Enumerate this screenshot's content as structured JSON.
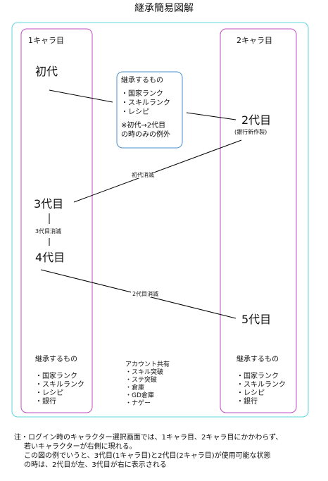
{
  "title": "継承簡易図解",
  "columns": {
    "left": {
      "heading": "1キャラ目"
    },
    "right": {
      "heading": "2キャラ目"
    }
  },
  "generations": {
    "first": "初代",
    "second": "2代目",
    "second_sub": "(銀行新作製)",
    "third": "3代目",
    "fourth": "4代目",
    "fifth": "5代目"
  },
  "inherit_box": {
    "heading": "継承するもの",
    "items": [
      "・国家ランク",
      "・スキルランク",
      "・レシピ"
    ],
    "exception_line1": "※初代→2代目",
    "exception_line2": "の時のみの例外"
  },
  "edge_labels": {
    "first_lost": "初代消滅",
    "third_lost": "3代目消滅",
    "second_lost": "2代目消滅"
  },
  "left_inherit": {
    "heading": "継承するもの",
    "items": [
      "・国家ランク",
      "・スキルランク",
      "・レシピ",
      "・銀行"
    ]
  },
  "right_inherit": {
    "heading": "継承するもの",
    "items": [
      "・国家ランク",
      "・スキルランク",
      "・レシピ",
      "・銀行"
    ]
  },
  "account_shared": {
    "heading": "アカウント共有",
    "items": [
      "・スキル突破",
      "・ステ突破",
      "・倉庫",
      "・GD倉庫",
      "・ナゲー"
    ]
  },
  "note": {
    "line1": "注・ログイン時のキャラクター選択画面では、1キャラ目、2キャラ目にかかわらず、",
    "line2": "若いキャラクターが右側に現れる。",
    "line3": "この図の例でいうと、3代目(1キャラ目)と2代目(2キャラ目)が使用可能な状態",
    "line4": "の時は、2代目が左、3代目が右に表示される"
  },
  "colors": {
    "outer_border": "#5fd4dc",
    "column_border": "#c24cc2",
    "box_border": "#4a8fd0",
    "line": "#000000"
  }
}
